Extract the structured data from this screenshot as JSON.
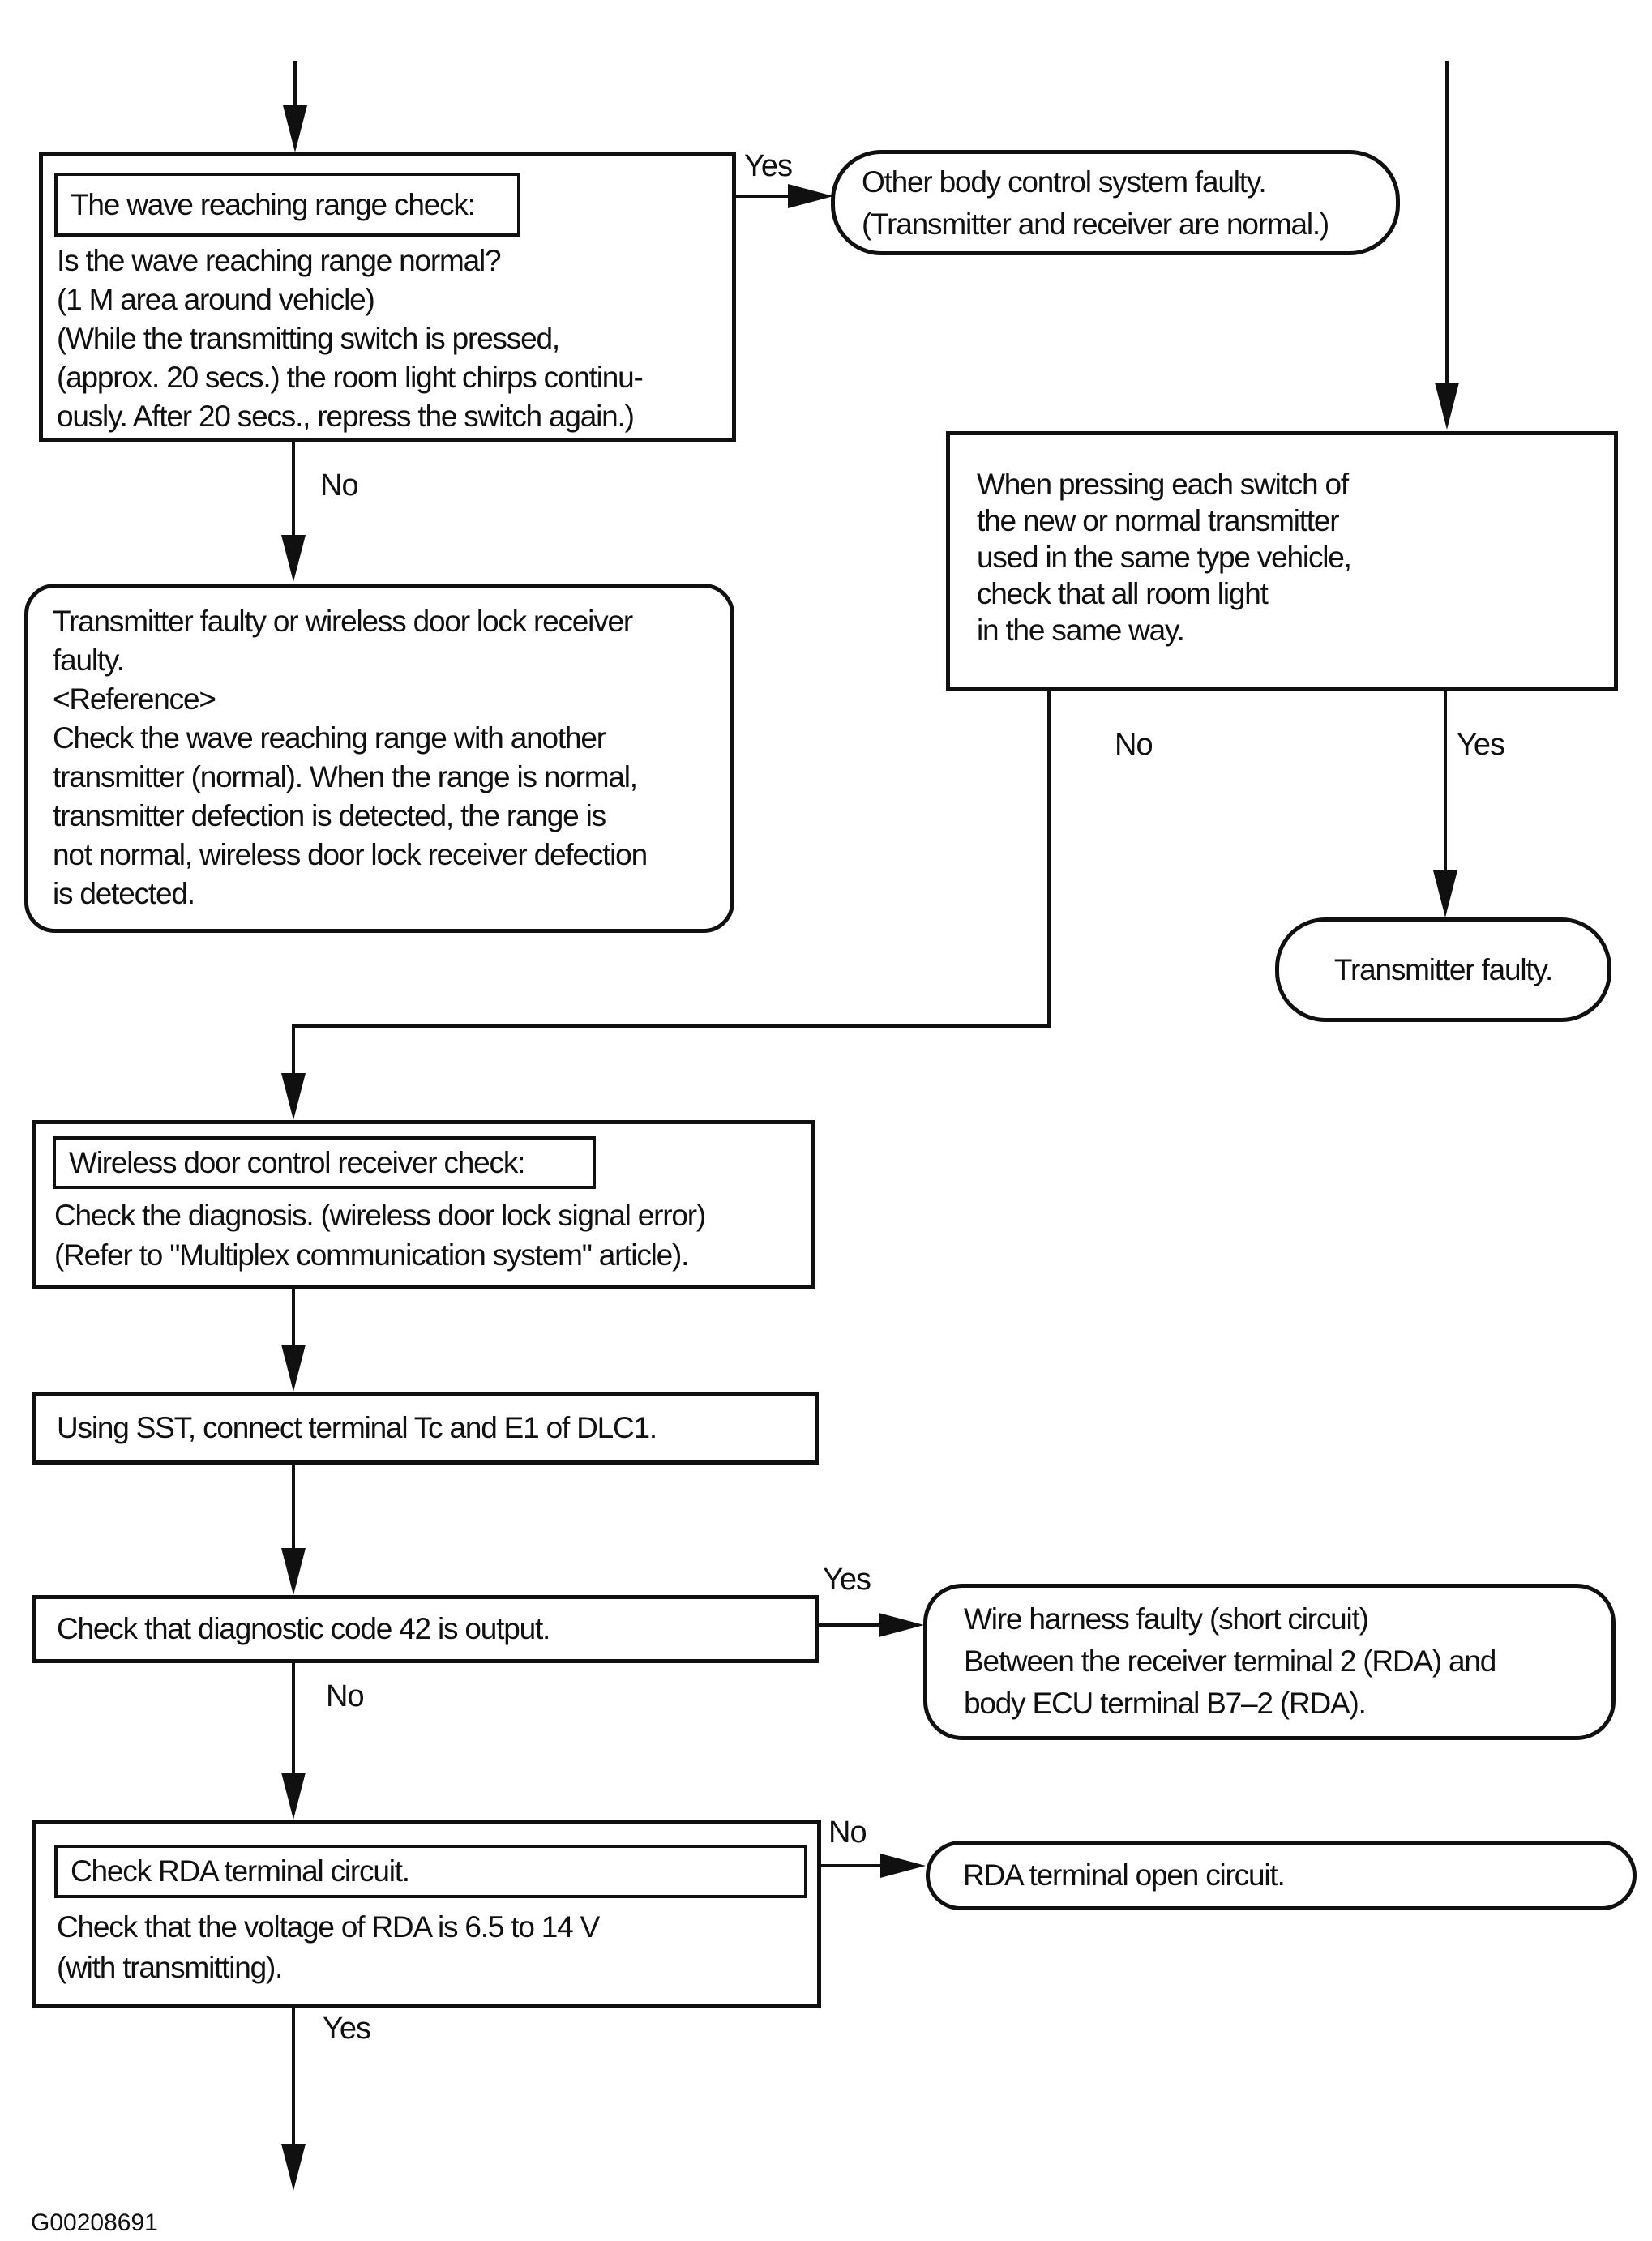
{
  "colors": {
    "ink": "#101010",
    "paper": "#ffffff"
  },
  "figure_id": "G00208691",
  "edge_labels": {
    "yes_box1": "Yes",
    "no_box1": "No",
    "no_boxR": "No",
    "yes_boxR": "Yes",
    "yes_box5": "Yes",
    "no_box5": "No",
    "no_box6": "No",
    "yes_box6": "Yes"
  },
  "nodes": {
    "box1": {
      "title": "The wave reaching range check:",
      "lines": [
        "Is the wave reaching range normal?",
        "(1 M area around vehicle)",
        "(While the transmitting switch is pressed,",
        "(approx. 20 secs.) the room light chirps continu-",
        "ously. After 20 secs., repress the switch again.)"
      ]
    },
    "term1": {
      "lines": [
        "Other body control system faulty.",
        "(Transmitter and receiver are normal.)"
      ]
    },
    "boxR": {
      "lines": [
        "When pressing each switch of",
        "the new or normal transmitter",
        "used in the same type vehicle,",
        "check that all room light",
        "in the same way."
      ]
    },
    "box2": {
      "lines": [
        "Transmitter faulty or wireless door lock receiver",
        "faulty.",
        "<Reference>",
        "Check the wave reaching range with another",
        "transmitter (normal). When the range is normal,",
        "transmitter defection is detected, the range is",
        "not normal, wireless door lock receiver defection",
        "is detected."
      ]
    },
    "term2": {
      "text": "Transmitter faulty."
    },
    "box3": {
      "title": "Wireless door control receiver check:",
      "lines": [
        "Check the diagnosis. (wireless door lock signal error)",
        "(Refer to \"Multiplex communication system\" article)."
      ]
    },
    "box4": {
      "text": "Using SST, connect terminal Tc and E1 of DLC1."
    },
    "box5": {
      "text": "Check that diagnostic code 42 is output."
    },
    "term3": {
      "lines": [
        "Wire harness faulty (short circuit)",
        "Between the receiver terminal 2 (RDA) and",
        "body ECU terminal B7–2 (RDA)."
      ]
    },
    "box6": {
      "title": "Check RDA terminal circuit.",
      "lines": [
        "Check that the voltage of RDA is 6.5 to 14 V",
        "(with transmitting)."
      ]
    },
    "term4": {
      "text": "RDA terminal open circuit."
    }
  }
}
